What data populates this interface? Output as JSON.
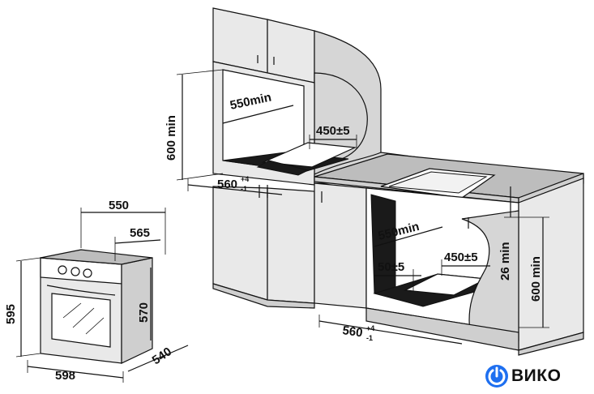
{
  "diagram": {
    "small_oven": {
      "width_label": "598",
      "height_label": "595",
      "depth_label": "540",
      "inner_height_label": "570",
      "top_depth_label": "550",
      "inner_depth_label": "565"
    },
    "wall_install": {
      "height_label": "600 min",
      "depth_label": "550min",
      "vent_label": "450±5",
      "width_label": "560",
      "width_tol_plus": "+4",
      "width_tol_minus": "-1"
    },
    "undercounter_install": {
      "depth_label": "550min",
      "gap_label": "50±5",
      "vent_label": "450±5",
      "top_gap_label": "26 min",
      "height_label": "600 min",
      "width_label": "560",
      "width_tol_plus": "+4",
      "width_tol_minus": "-1"
    }
  },
  "brand": {
    "name": "ВИКО",
    "logo_icon": "power-icon",
    "accent": "#1e6ff0"
  }
}
